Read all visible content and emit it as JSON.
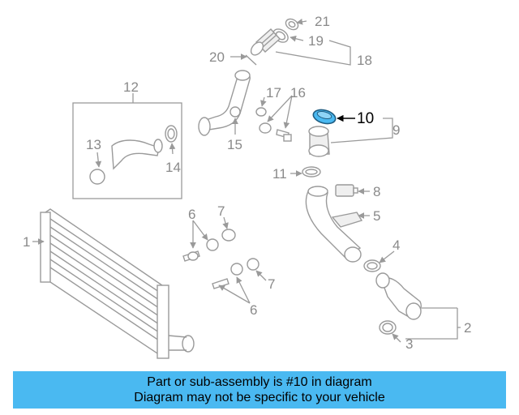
{
  "callouts": {
    "c1": "1",
    "c2": "2",
    "c3": "3",
    "c4": "4",
    "c5": "5",
    "c6a": "6",
    "c6b": "6",
    "c7a": "7",
    "c7b": "7",
    "c8": "8",
    "c9": "9",
    "c10": "10",
    "c11": "11",
    "c12": "12",
    "c13": "13",
    "c14": "14",
    "c15": "15",
    "c16": "16",
    "c17": "17",
    "c18": "18",
    "c19": "19",
    "c20": "20",
    "c21": "21"
  },
  "highlight": {
    "part_number": "10",
    "color": "#4ab9f1"
  },
  "caption": {
    "line1": "Part or sub-assembly is #10 in diagram",
    "line2": "Diagram may not be specific to your vehicle"
  }
}
